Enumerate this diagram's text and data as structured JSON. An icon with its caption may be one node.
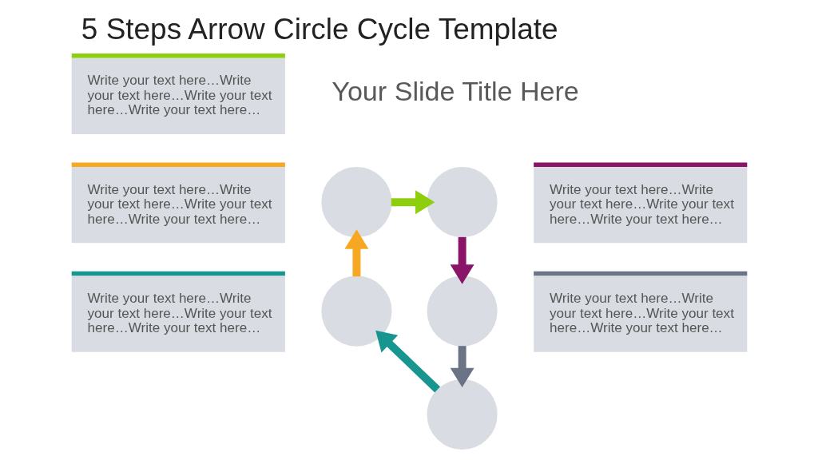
{
  "diagram": {
    "title": "5 Steps Arrow Circle Cycle Template",
    "nodes": [
      {
        "text": [
          "Write your text here…Write your text here…Write your text here…Write your text here…"
        ]
      },
      {
        "text": [
          "Write your text here…Write your text here…Write your text here…Write your text here…"
        ]
      },
      {
        "text": [
          "Write your text here…Write your text here…Write your text here…Write your text here…"
        ]
      },
      {
        "text": [
          "Write your text here…Write your text here…Write your text here…Write your text here…"
        ]
      },
      {
        "text": [
          "Write your text here…Write your text here…Write your text here…Write your text here…"
        ]
      },
      {
        "text": [],
        "shape": "circle"
      },
      {
        "text": [],
        "shape": "circle"
      },
      {
        "text": [],
        "shape": "circle"
      },
      {
        "text": [],
        "shape": "circle"
      },
      {
        "text": [],
        "shape": "circle"
      }
    ],
    "edges": [
      {
        "from": 5,
        "to": 6,
        "arrow": "to",
        "color": "#8dcf0e"
      },
      {
        "from": 6,
        "to": 7,
        "arrow": "to",
        "color": "#8a1467"
      },
      {
        "from": 7,
        "to": 8,
        "arrow": "to",
        "color": "#6b7386"
      },
      {
        "from": 8,
        "to": 9,
        "arrow": "to",
        "color": "#17968f"
      },
      {
        "from": 9,
        "to": 5,
        "arrow": "to",
        "color": "#f7a823"
      }
    ],
    "labels": [
      "Your Slide Title Here"
    ]
  }
}
